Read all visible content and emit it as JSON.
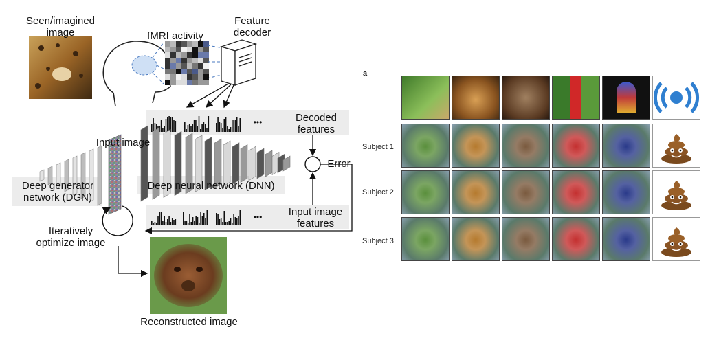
{
  "diagram": {
    "labels": {
      "seen_image": "Seen/imagined\nimage",
      "fmri_activity": "fMRI activity",
      "feature_decoder": "Feature\ndecoder",
      "decoded_features": "Decoded\nfeatures",
      "input_image": "Input image",
      "error": "Error",
      "dgn": "Deep generator\nnetwork (DGN)",
      "dnn": "Deep neural network (DNN)",
      "input_image_features": "Input image\nfeatures",
      "iteratively_optimize": "Iteratively\noptimize image",
      "reconstructed_image": "Reconstructed image",
      "ellipsis": "•••"
    }
  },
  "results_panel": {
    "panel_label": "a",
    "rows": [
      "Subject 1",
      "Subject 2",
      "Subject 3"
    ],
    "columns": [
      {
        "stimulus_icon": "bird-photo",
        "color": "#5a8f3c"
      },
      {
        "stimulus_icon": "leopard-photo",
        "color": "#b57a2e"
      },
      {
        "stimulus_icon": "owl-photo",
        "color": "#7a5a3e"
      },
      {
        "stimulus_icon": "red-postbox-photo",
        "color": "#c43030"
      },
      {
        "stimulus_icon": "stained-glass-photo",
        "color": "#2a3a8a"
      },
      {
        "stimulus_icon": "broadcast-icon",
        "color": "#2f7fd0"
      }
    ],
    "emoji_icon": "pile-of-poo-emoji"
  }
}
